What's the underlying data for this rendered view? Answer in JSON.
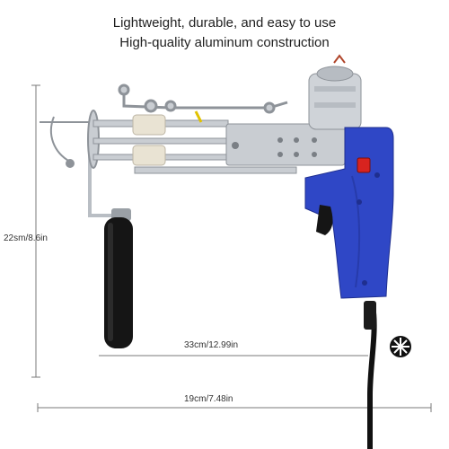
{
  "headline": {
    "line1": "Lightweight, durable, and easy to use",
    "line2": "High-quality aluminum construction"
  },
  "dimensions": {
    "height_label": "22sm/8.6in",
    "length_label": "33cm/12.99in",
    "width_label": "19cm/7.48in"
  },
  "product": {
    "name": "tufting-gun",
    "colors": {
      "handle_blue": "#2f47c6",
      "handle_blue_dark": "#1f2f8f",
      "aluminum": "#c9cdd2",
      "aluminum_dark": "#8e9399",
      "grip_black": "#151515",
      "switch_red": "#d8231f",
      "nylon_wheel": "#e9e3d3"
    }
  }
}
